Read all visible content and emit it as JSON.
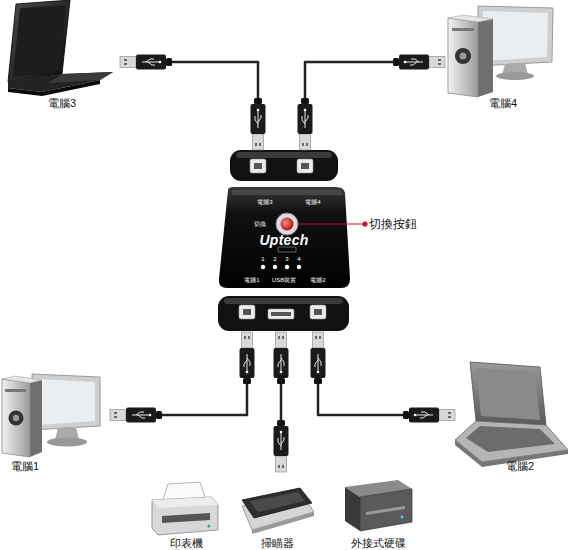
{
  "diagram": {
    "nodes": [
      {
        "text": [
          "電腦3"
        ]
      },
      {
        "text": [
          "電腦4"
        ]
      },
      {
        "text": [
          "電腦3",
          "電腦4",
          "切換",
          "Uptech",
          "1",
          "2",
          "3",
          "4",
          "電腦1",
          "USB裝置",
          "電腦2"
        ]
      },
      {
        "text": [
          "電腦1"
        ]
      },
      {
        "text": [
          "電腦2"
        ]
      },
      {
        "text": [
          "印表機"
        ]
      },
      {
        "text": [
          "掃瞄器"
        ]
      },
      {
        "text": [
          "外接式硬碟"
        ]
      }
    ],
    "edges": [
      {
        "from": 0,
        "to": 2,
        "arrow": "none"
      },
      {
        "from": 1,
        "to": 2,
        "arrow": "none"
      },
      {
        "from": 3,
        "to": 2,
        "arrow": "none"
      },
      {
        "from": 4,
        "to": 2,
        "arrow": "none"
      }
    ],
    "labels": [
      "切換按鈕"
    ]
  }
}
